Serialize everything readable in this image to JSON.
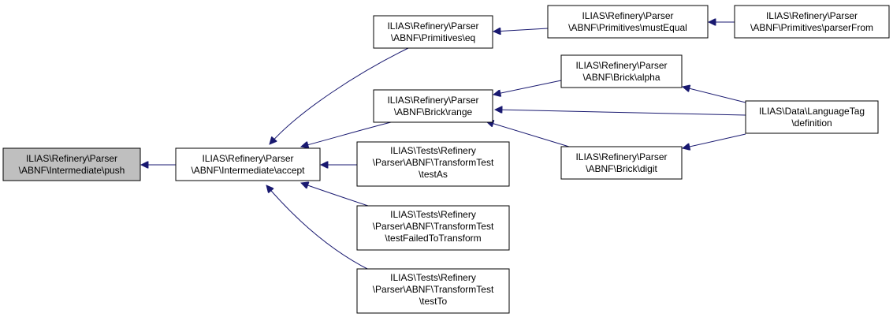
{
  "diagram": {
    "nodes": {
      "push": {
        "lines": [
          "ILIAS\\Refinery\\Parser",
          "\\ABNF\\Intermediate\\push"
        ]
      },
      "accept": {
        "lines": [
          "ILIAS\\Refinery\\Parser",
          "\\ABNF\\Intermediate\\accept"
        ]
      },
      "eq": {
        "lines": [
          "ILIAS\\Refinery\\Parser",
          "\\ABNF\\Primitives\\eq"
        ]
      },
      "range": {
        "lines": [
          "ILIAS\\Refinery\\Parser",
          "\\ABNF\\Brick\\range"
        ]
      },
      "testAs": {
        "lines": [
          "ILIAS\\Tests\\Refinery",
          "\\Parser\\ABNF\\TransformTest",
          "\\testAs"
        ]
      },
      "testFailed": {
        "lines": [
          "ILIAS\\Tests\\Refinery",
          "\\Parser\\ABNF\\TransformTest",
          "\\testFailedToTransform"
        ]
      },
      "testTo": {
        "lines": [
          "ILIAS\\Tests\\Refinery",
          "\\Parser\\ABNF\\TransformTest",
          "\\testTo"
        ]
      },
      "mustEqual": {
        "lines": [
          "ILIAS\\Refinery\\Parser",
          "\\ABNF\\Primitives\\mustEqual"
        ]
      },
      "alpha": {
        "lines": [
          "ILIAS\\Refinery\\Parser",
          "\\ABNF\\Brick\\alpha"
        ]
      },
      "digit": {
        "lines": [
          "ILIAS\\Refinery\\Parser",
          "\\ABNF\\Brick\\digit"
        ]
      },
      "parserFrom": {
        "lines": [
          "ILIAS\\Refinery\\Parser",
          "\\ABNF\\Primitives\\parserFrom"
        ]
      },
      "definition": {
        "lines": [
          "ILIAS\\Data\\LanguageTag",
          "\\definition"
        ]
      }
    },
    "edges": [
      {
        "from": "accept",
        "to": "push"
      },
      {
        "from": "eq",
        "to": "accept"
      },
      {
        "from": "range",
        "to": "accept"
      },
      {
        "from": "testAs",
        "to": "accept"
      },
      {
        "from": "testFailed",
        "to": "accept"
      },
      {
        "from": "testTo",
        "to": "accept"
      },
      {
        "from": "mustEqual",
        "to": "eq"
      },
      {
        "from": "parserFrom",
        "to": "mustEqual"
      },
      {
        "from": "alpha",
        "to": "range"
      },
      {
        "from": "definition",
        "to": "range"
      },
      {
        "from": "digit",
        "to": "range"
      },
      {
        "from": "definition",
        "to": "alpha"
      },
      {
        "from": "definition",
        "to": "digit"
      }
    ],
    "colors": {
      "edge": "#191970",
      "root_fill": "#bfbfbf",
      "node_fill": "#ffffff",
      "border": "#000000"
    }
  }
}
